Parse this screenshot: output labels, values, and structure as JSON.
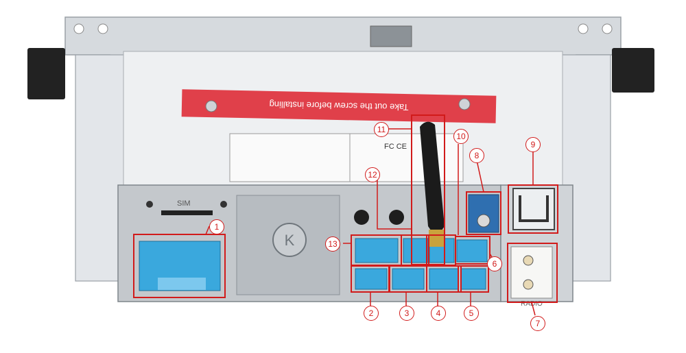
{
  "sticker": {
    "text": "Take out the screw before installing"
  },
  "panel_labels": {
    "sim": "SIM",
    "radio": "RADIO",
    "logo": "K",
    "fc": "FC CE"
  },
  "callouts": [
    {
      "n": "1"
    },
    {
      "n": "2"
    },
    {
      "n": "3"
    },
    {
      "n": "4"
    },
    {
      "n": "5"
    },
    {
      "n": "6"
    },
    {
      "n": "7"
    },
    {
      "n": "8"
    },
    {
      "n": "9"
    },
    {
      "n": "10"
    },
    {
      "n": "11"
    },
    {
      "n": "12"
    },
    {
      "n": "13"
    }
  ],
  "colors": {
    "accent": "#d11a1a",
    "connector": "#3aa8dd",
    "sticker": "#e0404a",
    "metal": "#b9bec4",
    "fakra": "#2f6fb0"
  }
}
